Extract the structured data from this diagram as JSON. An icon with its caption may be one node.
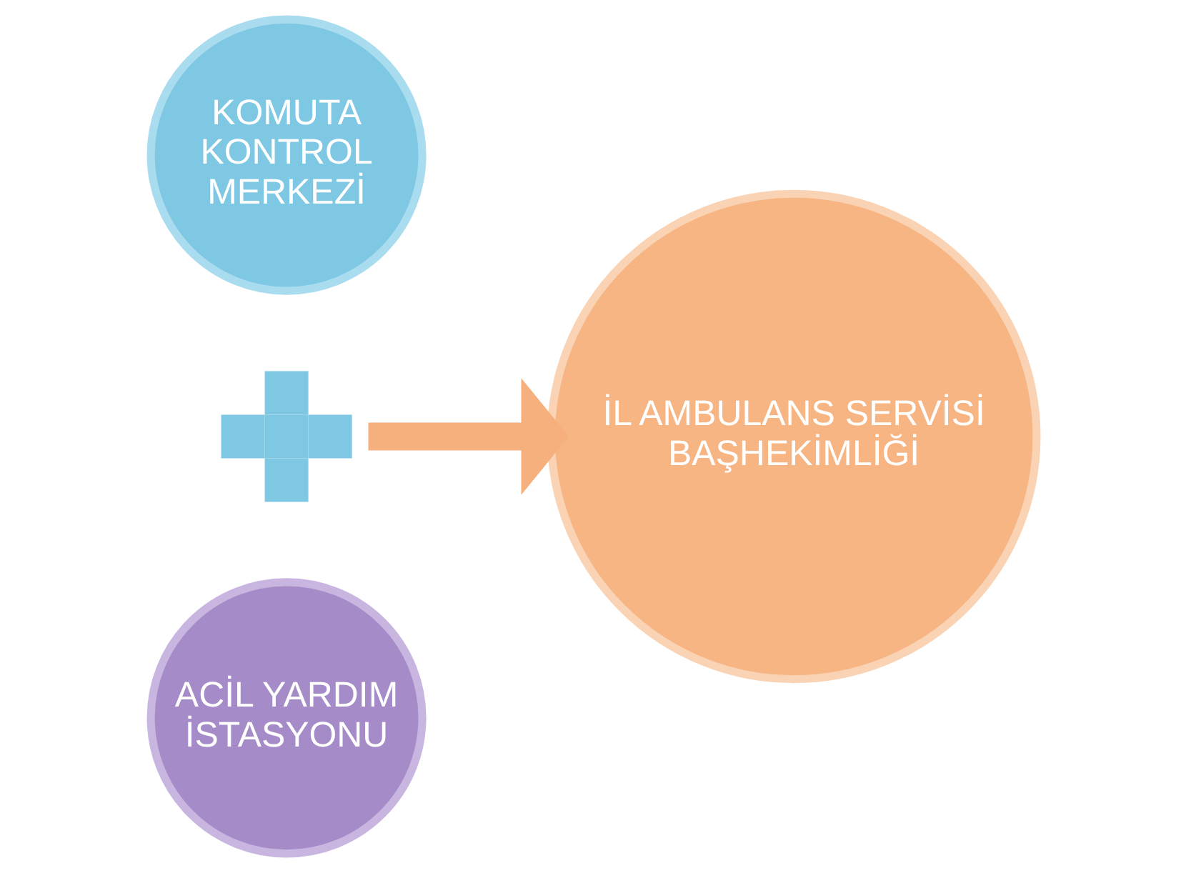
{
  "diagram": {
    "nodes": [
      {
        "text": [
          "KOMUTA KONTROL MERKEZİ"
        ]
      },
      {
        "text": [],
        "shape": "plus"
      },
      {
        "text": [
          "ACİL YARDIM İSTASYONU"
        ]
      },
      {
        "text": [
          "İL AMBULANS SERVİSİ BAŞHEKİMLİĞİ"
        ]
      }
    ],
    "edges": [
      {
        "from": 1,
        "to": 3,
        "arrow": "to"
      }
    ]
  }
}
